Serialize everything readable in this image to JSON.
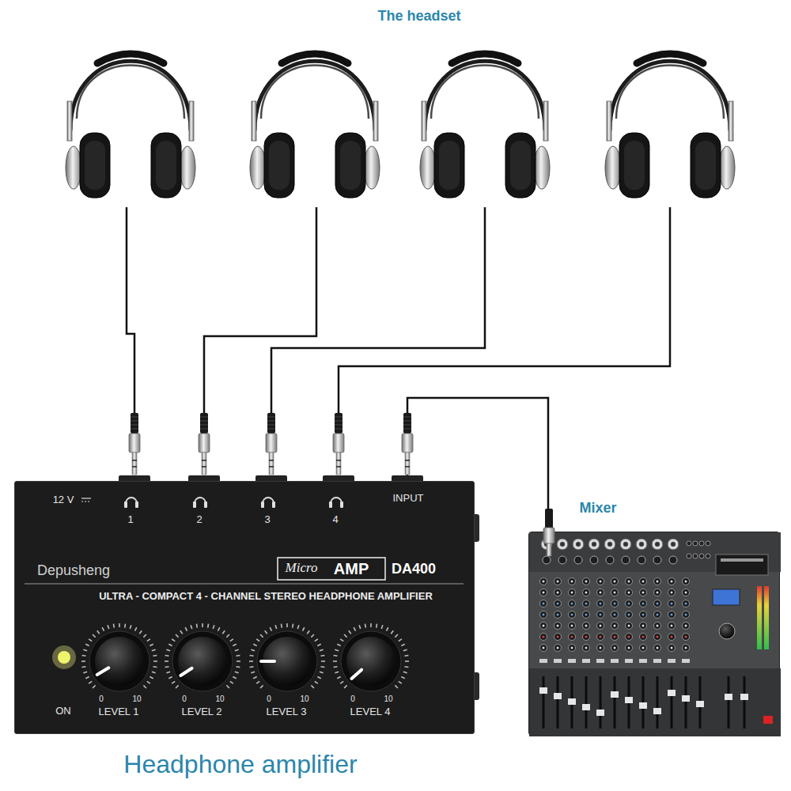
{
  "diagram": {
    "title": "The headset",
    "nodes": [
      {
        "text": [
          "Depusheng",
          "Micro",
          "AMP",
          "DA400",
          "ULTRA - COMPACT 4 - CHANNEL STEREO HEADPHONE AMPLIFIER",
          "Headphone amplifier"
        ]
      },
      {
        "text": [
          "Mixer"
        ]
      }
    ],
    "edges": [
      {
        "from": 1,
        "to": 0,
        "arrow": "none"
      }
    ],
    "labels": [
      "12 V",
      "1",
      "2",
      "3",
      "4",
      "INPUT",
      "ON",
      "0",
      "10",
      "LEVEL 1",
      "0",
      "10",
      "LEVEL 2",
      "0",
      "10",
      "LEVEL 3",
      "0",
      "10",
      "LEVEL 4"
    ]
  }
}
